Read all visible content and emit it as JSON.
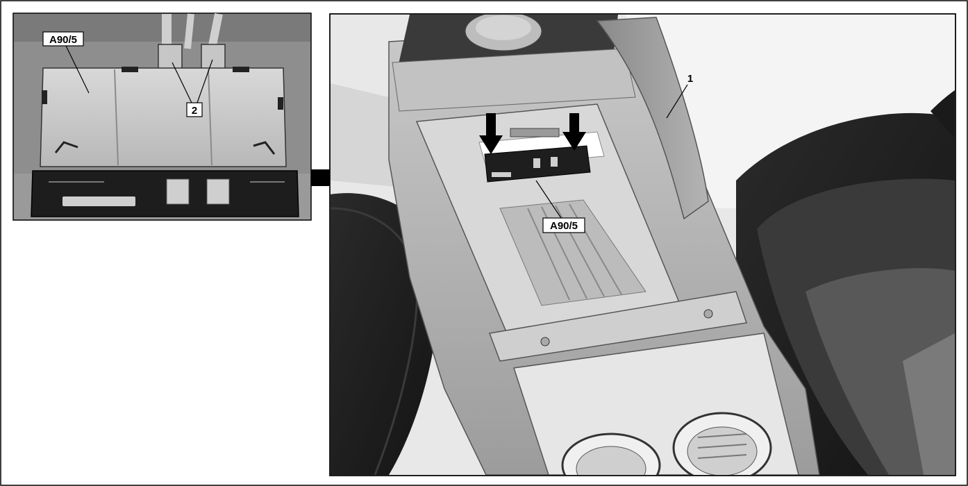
{
  "callouts": {
    "inset_module": "A90/5",
    "inset_plugs": "2",
    "main_cover": "1",
    "main_module": "A90/5"
  }
}
